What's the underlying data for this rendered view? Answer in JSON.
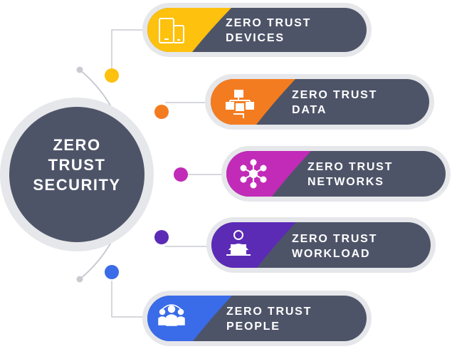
{
  "center": {
    "lines": [
      "ZERO",
      "TRUST",
      "SECURITY"
    ]
  },
  "cards": [
    {
      "line1": "ZERO TRUST",
      "line2": "DEVICES",
      "color": "#FDC10E",
      "icon": "devices-icon"
    },
    {
      "line1": "ZERO TRUST",
      "line2": "DATA",
      "color": "#F47C20",
      "icon": "data-flow-icon"
    },
    {
      "line1": "ZERO TRUST",
      "line2": "NETWORKS",
      "color": "#C12BB8",
      "icon": "network-icon"
    },
    {
      "line1": "ZERO TRUST",
      "line2": "WORKLOAD",
      "color": "#5B2BB5",
      "icon": "workload-icon"
    },
    {
      "line1": "ZERO TRUST",
      "line2": "PEOPLE",
      "color": "#3A6BE8",
      "icon": "people-icon"
    }
  ],
  "colors": {
    "card_body": "#4E5468",
    "center_fill": "#4E5468",
    "ring": "#E6E7EA",
    "connector": "#C9CBD1"
  }
}
